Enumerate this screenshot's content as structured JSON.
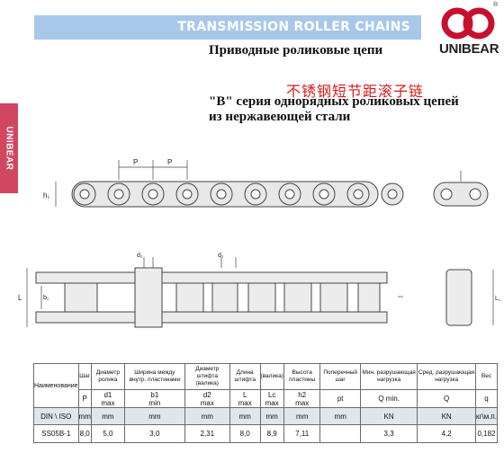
{
  "header": {
    "banner": "TRANSMISSION ROLLER CHAINS",
    "subtitle": "Приводные роликовые цепи",
    "brand": "UNIBEAR",
    "reg_mark": "®",
    "side_tab": "UNIBEAR"
  },
  "title_cn": "不锈钢短节距滚子链",
  "title_ru_line1": "\"B\" серия однорядных роликовых цепей",
  "title_ru_line2": "из нержавеющей стали",
  "drawing": {
    "p1": "P",
    "p2": "P",
    "h1": "h₁",
    "d2": "d₂",
    "d1": "d₁",
    "b1": "b₁",
    "L": "L",
    "Lc": "L꜀"
  },
  "table": {
    "name_header": "Наименование",
    "din_iso": "DIN \\ ISO",
    "columns": [
      {
        "title": "Шаг",
        "sym": "P",
        "sub": "",
        "unit": "mm"
      },
      {
        "title": "Диаметр ролика",
        "sym": "d1",
        "sub": "max",
        "unit": "mm"
      },
      {
        "title": "Ширина между внутр. пластинами",
        "sym": "b1",
        "sub": "min",
        "unit": "mm"
      },
      {
        "title": "Диаметр штифта (валика)",
        "sym": "d2",
        "sub": "max",
        "unit": "mm"
      },
      {
        "title": "Длина штифта",
        "sym": "L",
        "sub": "max",
        "unit": "mm"
      },
      {
        "title": "(валика)",
        "sym": "Lc",
        "sub": "max",
        "unit": "mm"
      },
      {
        "title": "Высота пластины",
        "sym": "h2",
        "sub": "max",
        "unit": "mm"
      },
      {
        "title": "Поперечный шаг",
        "sym": "pt",
        "sub": "",
        "unit": "mm"
      },
      {
        "title": "Мин. разрушающая нагрузка",
        "sym": "Q min.",
        "sub": "",
        "unit": "KN"
      },
      {
        "title": "Сред. разрушающая нагрузка",
        "sym": "Q",
        "sub": "",
        "unit": "KN"
      },
      {
        "title": "Вес",
        "sym": "q",
        "sub": "",
        "unit": "кг\\м.п."
      }
    ],
    "rows": [
      {
        "name": "SS05B-1",
        "values": [
          "8,0",
          "5,0",
          "3,0",
          "2,31",
          "8,0",
          "8,9",
          "7,11",
          "",
          "3,3",
          "4,2",
          "0,182"
        ]
      }
    ]
  },
  "colors": {
    "banner": "#a8c8ea",
    "side_tab": "#d14660",
    "cn_title": "#d71a1a",
    "logo": "#c8102e"
  }
}
